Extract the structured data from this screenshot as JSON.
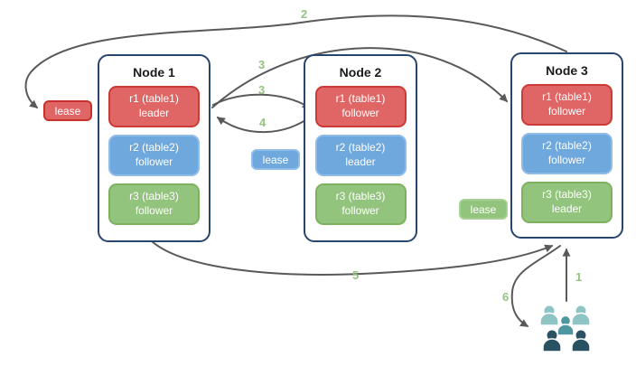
{
  "nodes": [
    {
      "title": "Node 1",
      "replicas": [
        {
          "name": "r1 (table1)",
          "role": "leader",
          "color": "#E06666"
        },
        {
          "name": "r2 (table2)",
          "role": "follower",
          "color": "#6FA8DC"
        },
        {
          "name": "r3 (table3)",
          "role": "follower",
          "color": "#93C47D"
        }
      ]
    },
    {
      "title": "Node 2",
      "replicas": [
        {
          "name": "r1 (table1)",
          "role": "follower",
          "color": "#E06666"
        },
        {
          "name": "r2 (table2)",
          "role": "leader",
          "color": "#6FA8DC"
        },
        {
          "name": "r3 (table3)",
          "role": "follower",
          "color": "#93C47D"
        }
      ]
    },
    {
      "title": "Node 3",
      "replicas": [
        {
          "name": "r1 (table1)",
          "role": "follower",
          "color": "#E06666"
        },
        {
          "name": "r2 (table2)",
          "role": "follower",
          "color": "#6FA8DC"
        },
        {
          "name": "r3 (table3)",
          "role": "leader",
          "color": "#93C47D"
        }
      ]
    }
  ],
  "leases": [
    {
      "label": "lease",
      "color": "#E06666"
    },
    {
      "label": "lease",
      "color": "#6FA8DC"
    },
    {
      "label": "lease",
      "color": "#93C47D"
    }
  ],
  "steps": {
    "s1": "1",
    "s2": "2",
    "s3a": "3",
    "s3b": "3",
    "s4": "4",
    "s5": "5",
    "s6": "6"
  },
  "icons": {
    "users": "users-group-icon"
  },
  "colors": {
    "replica_red": "#E06666",
    "replica_blue": "#6FA8DC",
    "replica_green": "#93C47D",
    "node_border": "#28456C",
    "arrow": "#595959",
    "step_label": "#93C47D",
    "users_light_teal": "#8FC4C5",
    "users_medium_teal": "#4E96A0",
    "users_dark_slate": "#2A5162"
  }
}
